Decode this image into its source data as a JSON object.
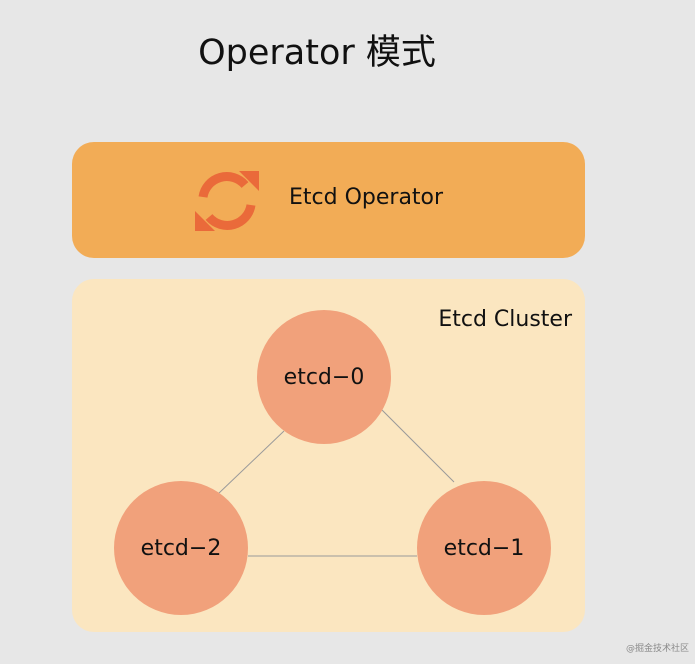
{
  "title": "Operator 模式",
  "operator": {
    "label": "Etcd Operator",
    "icon": "sync-icon",
    "color": "#f2ac56",
    "icon_color": "#ea6a3a"
  },
  "cluster": {
    "label": "Etcd Cluster",
    "color": "#fbe6c0",
    "nodes": [
      {
        "id": "etcd-0",
        "label": "etcd−0"
      },
      {
        "id": "etcd-1",
        "label": "etcd−1"
      },
      {
        "id": "etcd-2",
        "label": "etcd−2"
      }
    ],
    "node_color": "#f1a17b",
    "edges": [
      [
        "etcd-0",
        "etcd-1"
      ],
      [
        "etcd-0",
        "etcd-2"
      ],
      [
        "etcd-2",
        "etcd-1"
      ]
    ]
  },
  "watermark": "@掘金技术社区"
}
